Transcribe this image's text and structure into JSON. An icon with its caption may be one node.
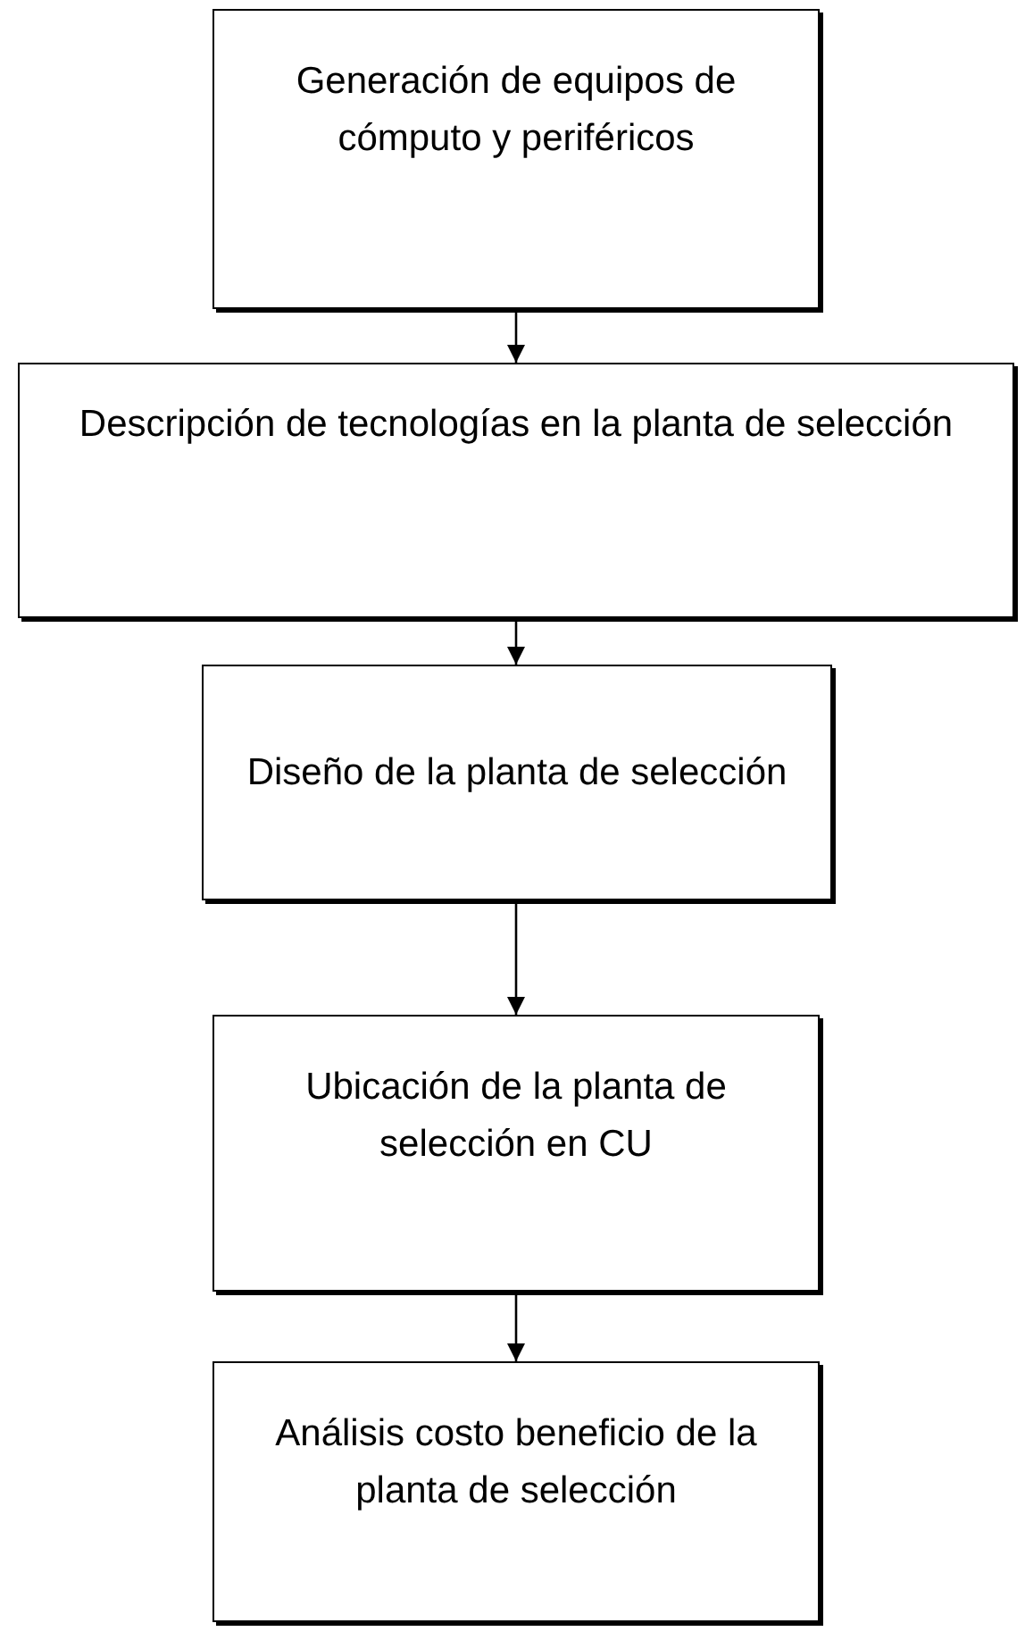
{
  "diagram": {
    "nodes": [
      {
        "text": [
          "Generación de equipos de cómputo y periféricos"
        ]
      },
      {
        "text": [
          "Descripción de tecnologías en la planta de selección"
        ]
      },
      {
        "text": [
          "Diseño de la planta de selección"
        ]
      },
      {
        "text": [
          "Ubicación de la planta de selección en CU"
        ]
      },
      {
        "text": [
          "Análisis costo beneficio de la planta de selección"
        ]
      }
    ],
    "edges": [
      {
        "from": 0,
        "to": 1,
        "arrow": "to"
      },
      {
        "from": 1,
        "to": 2,
        "arrow": "to"
      },
      {
        "from": 2,
        "to": 3,
        "arrow": "to"
      },
      {
        "from": 3,
        "to": 4,
        "arrow": "to"
      }
    ]
  }
}
